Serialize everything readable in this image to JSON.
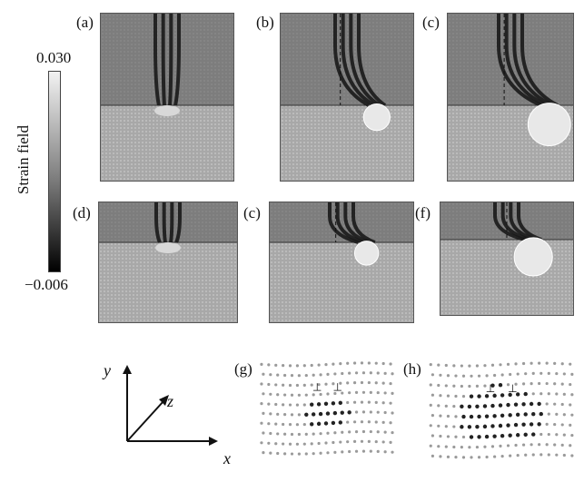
{
  "colorbar": {
    "title": "Strain field",
    "max_label": "0.030",
    "min_label": "−0.006"
  },
  "panels": [
    {
      "id": "a",
      "label": "(a)"
    },
    {
      "id": "b",
      "label": "(b)"
    },
    {
      "id": "c",
      "label": "(c)"
    },
    {
      "id": "d",
      "label": "(d)"
    },
    {
      "id": "e",
      "label": "(c)"
    },
    {
      "id": "f",
      "label": "(f)"
    },
    {
      "id": "g",
      "label": "(g)"
    },
    {
      "id": "h",
      "label": "(h)"
    }
  ],
  "axes": {
    "x": "x",
    "y": "y",
    "z": "z"
  },
  "colors": {
    "upper_grain": "#7d7d7d",
    "lower_grain": "#a8a8a8",
    "bubble": "#e8e8e8",
    "dislocation": "#1a1a1a"
  }
}
